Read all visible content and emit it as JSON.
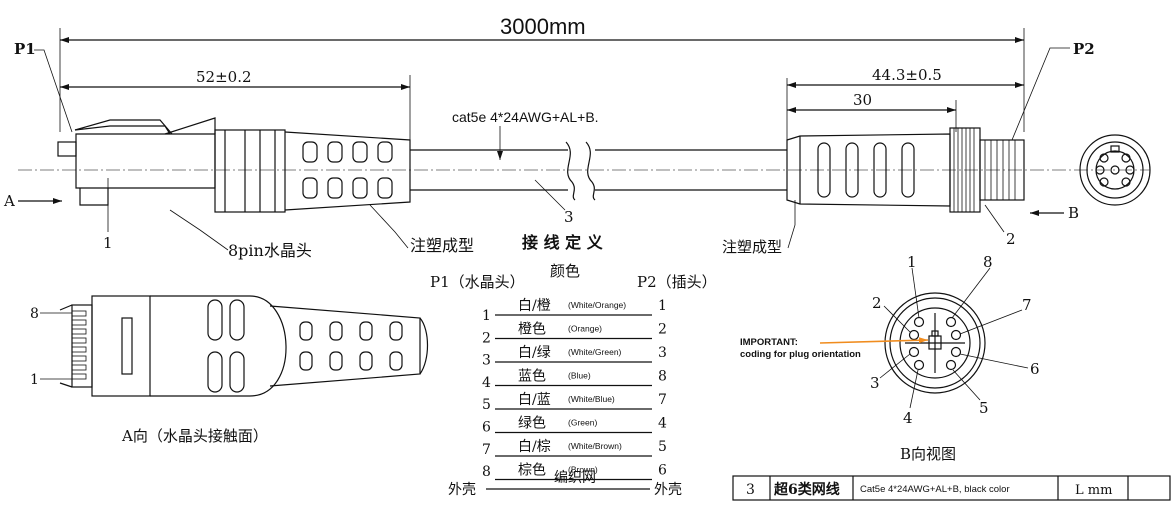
{
  "dims": {
    "total_length": "3000mm",
    "p1_length": "52±0.2",
    "p2_length": "44.3±0.5",
    "p2_sub_length": "30"
  },
  "labels": {
    "p1": "P1",
    "p2": "P2",
    "a_arrow": "A",
    "b_arrow": "B",
    "cable_spec": "cat5e  4*24AWG+AL+B.",
    "callout_1": "1",
    "callout_2": "2",
    "callout_3": "3",
    "rj45_head": "8pin水晶头",
    "overmold_left": "注塑成型",
    "wiring_def": "接 线 定 义",
    "overmold_right": "注塑成型",
    "a_view": "A向（水晶头接触面）",
    "b_view": "B向视图",
    "pin8": "8",
    "pin1": "1",
    "important_title": "IMPORTANT:",
    "important_text": "coding for plug orientation"
  },
  "wiring": {
    "p1_header": "P1（水晶头）",
    "color_header": "颜色",
    "p2_header": "P2（插头）",
    "rows": [
      {
        "p1": "1",
        "cn": "白/橙",
        "en": "(White/Orange)",
        "p2": "1"
      },
      {
        "p1": "2",
        "cn": "橙色",
        "en": "(Orange)",
        "p2": "2"
      },
      {
        "p1": "3",
        "cn": "白/绿",
        "en": "(White/Green)",
        "p2": "3"
      },
      {
        "p1": "4",
        "cn": "蓝色",
        "en": "(Blue)",
        "p2": "8"
      },
      {
        "p1": "5",
        "cn": "白/蓝",
        "en": "(White/Blue)",
        "p2": "7"
      },
      {
        "p1": "6",
        "cn": "绿色",
        "en": "(Green)",
        "p2": "4"
      },
      {
        "p1": "7",
        "cn": "白/棕",
        "en": "(White/Brown)",
        "p2": "5"
      },
      {
        "p1": "8",
        "cn": "棕色",
        "en": "(Brown)",
        "p2": "6"
      }
    ],
    "shield_left": "外壳",
    "shield_cn": "编织网",
    "shield_right": "外壳"
  },
  "connector_pins": [
    "1",
    "8",
    "2",
    "7",
    "3",
    "6",
    "4",
    "5"
  ],
  "bom": {
    "item": "3",
    "name": "超6类网线",
    "spec": "Cat5e  4*24AWG+AL+B, black color",
    "qty": "L mm"
  },
  "colors": {
    "important": "#f08c1e",
    "line": "#111111"
  }
}
